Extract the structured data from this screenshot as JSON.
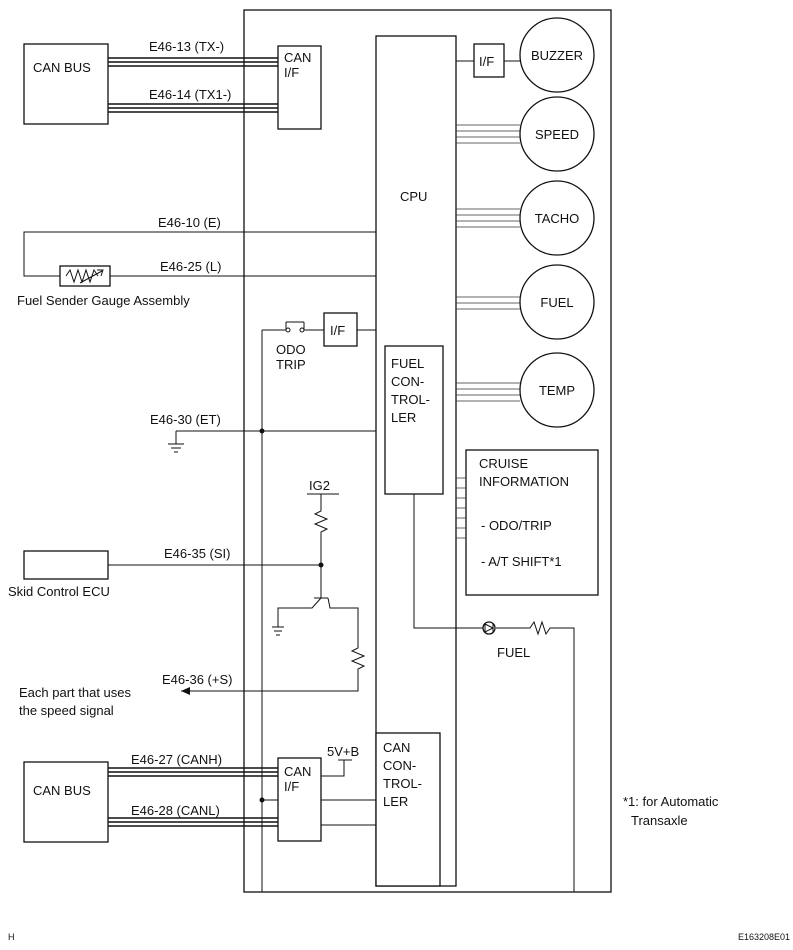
{
  "left": {
    "can_bus_top": "CAN BUS",
    "can_bus_bottom": "CAN BUS",
    "fuel_sender": "Fuel Sender Gauge Assembly",
    "skid_ecu": "Skid Control ECU",
    "speed_note_line1": "Each part that uses",
    "speed_note_line2": "the speed signal"
  },
  "wires": {
    "e46_13": "E46-13 (TX-)",
    "e46_14": "E46-14 (TX1-)",
    "e46_10": "E46-10 (E)",
    "e46_25": "E46-25 (L)",
    "e46_30": "E46-30 (ET)",
    "e46_35": "E46-35 (SI)",
    "e46_36": "E46-36 (+S)",
    "e46_27": "E46-27 (CANH)",
    "e46_28": "E46-28 (CANL)"
  },
  "meter": {
    "can_if_top": [
      "CAN",
      "I/F"
    ],
    "can_if_bottom": [
      "CAN",
      "I/F"
    ],
    "cpu": "CPU",
    "if_buzzer": "I/F",
    "if_odo": "I/F",
    "odo_trip": [
      "ODO",
      "TRIP"
    ],
    "fuel_controller": [
      "FUEL",
      "CON-",
      "TROL-",
      "LER"
    ],
    "can_controller": [
      "CAN",
      "CON-",
      "TROL-",
      "LER"
    ],
    "ig2": "IG2",
    "supply": "5V+B",
    "fuel_lamp": "FUEL"
  },
  "gauges": [
    "BUZZER",
    "SPEED",
    "TACHO",
    "FUEL",
    "TEMP"
  ],
  "cruise": {
    "title": [
      "CRUISE",
      "INFORMATION"
    ],
    "items": [
      "- ODO/TRIP",
      "- A/T SHIFT*1"
    ]
  },
  "notes": {
    "footnote_line1": "*1: for Automatic",
    "footnote_line2": "Transaxle",
    "corner_left": "H",
    "corner_right": "E163208E01"
  }
}
